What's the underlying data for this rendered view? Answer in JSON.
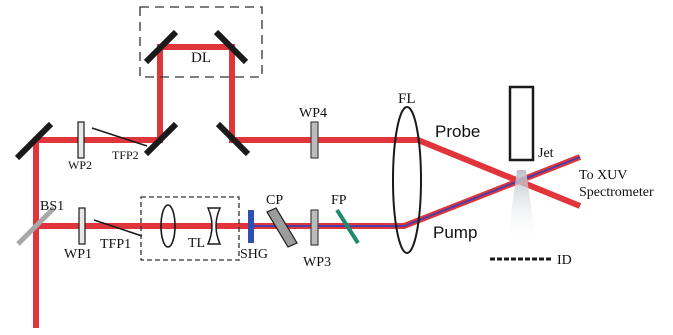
{
  "colors": {
    "beam_red": "#e0353b",
    "pump_blue": "#4a3fa8",
    "optic_black": "#1a1a1a",
    "waveplate_gray": "#9a9a9a",
    "shg_blue": "#2e4fb3",
    "filter_teal": "#1e8a6e"
  },
  "labels": {
    "dl": "DL",
    "wp4": "WP4",
    "fl": "FL",
    "probe": "Probe",
    "jet": "Jet",
    "to_xuv": "To XUV",
    "spectrometer": "Spectrometer",
    "wp2": "WP2",
    "tfp2": "TFP2",
    "bs1": "BS1",
    "wp1": "WP1",
    "tfp1": "TFP1",
    "tl": "TL",
    "shg": "SHG",
    "cp": "CP",
    "fp": "FP",
    "wp3": "WP3",
    "pump": "Pump",
    "id": "ID"
  }
}
